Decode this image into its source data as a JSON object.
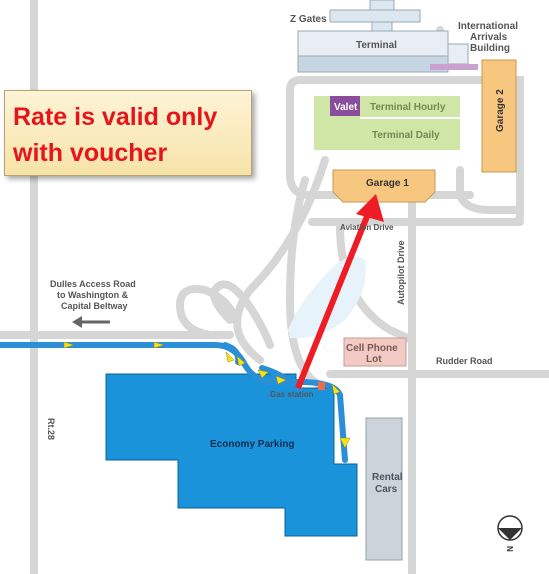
{
  "labels": {
    "z_gates": "Z Gates",
    "terminal": "Terminal",
    "international_arrivals_1": "International",
    "international_arrivals_2": "Arrivals",
    "international_arrivals_3": "Building",
    "garage_2": "Garage 2",
    "valet": "Valet",
    "terminal_hourly": "Terminal Hourly",
    "terminal_daily": "Terminal Daily",
    "garage_1": "Garage 1",
    "aviation_drive": "Aviation Drive",
    "autopilot_drive": "Autopilot Drive",
    "dulles_access_1": "Dulles Access Road",
    "dulles_access_2": "to Washington &",
    "dulles_access_3": "Capital Beltway",
    "cell_phone_lot_1": "Cell Phone",
    "cell_phone_lot_2": "Lot",
    "rudder_road": "Rudder Road",
    "gas_station": "Gas station",
    "rt28": "Rt.28",
    "economy_parking": "Economy Parking",
    "rental_cars_1": "Rental",
    "rental_cars_2": "Cars",
    "north": "N"
  },
  "callout": {
    "text": "Rate is valid only\nwith voucher"
  },
  "colors": {
    "road": "#d6d6d6",
    "route": "#2a8fd6",
    "economy_parking": "#1b93da",
    "garage": "#f8c77f",
    "valet": "#8a4c9c",
    "terminal_lots": "#cfe6a6",
    "cell_phone_lot": "#f3c9c4",
    "rental_cars": "#cdd3da",
    "pointer_arrow": "#ee1c24",
    "callout_text": "#e8141c"
  }
}
